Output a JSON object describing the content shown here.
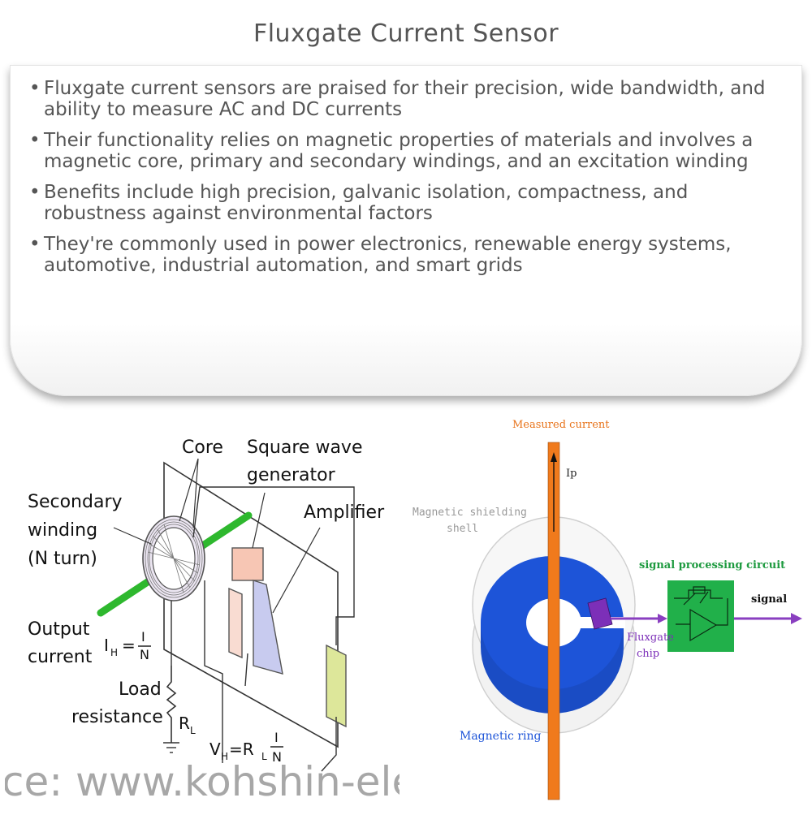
{
  "page": {
    "title": "Fluxgate Current Sensor"
  },
  "summary": {
    "bullets": [
      "Fluxgate current sensors are praised for their precision, wide bandwidth, and ability to measure AC and DC currents",
      "Their functionality relies on magnetic properties of materials and involves a magnetic core, primary and secondary windings, and an excitation winding",
      "Benefits include high precision, galvanic isolation, compactness, and robustness against environmental factors",
      "They're commonly used in power electronics, renewable energy systems, automotive, industrial automation, and smart grids"
    ]
  },
  "left_diagram": {
    "labels": {
      "core": "Core",
      "generator_1": "Square wave",
      "generator_2": "generator",
      "amplifier": "Amplifier",
      "secondary_1": "Secondary",
      "secondary_2": "winding",
      "secondary_3": "(N turn)",
      "output_1": "Output",
      "output_2": "current",
      "load_1": "Load",
      "load_2": "resistance",
      "ih": "I",
      "ih_sub": "H",
      "ih_eq": "=",
      "ih_num": "I",
      "ih_den": "N",
      "rl": "R",
      "rl_sub": "L",
      "vh": "V",
      "vh_sub": "H",
      "vh_eq": "=R",
      "vh_eq_sub": "L",
      "vh_num": "I",
      "vh_den": "N",
      "watermark": "ce: www.kohshin-ele"
    }
  },
  "right_diagram": {
    "labels": {
      "measured_current": "Measured current",
      "ip": "Ip",
      "shield_1": "Magnetic shielding",
      "shield_2": "shell",
      "signal_circuit": "signal processing circuit",
      "signal": "signal",
      "chip_1": "Fluxgate",
      "chip_2": "chip",
      "ring": "Magnetic ring"
    },
    "colors": {
      "conductor": "#f07a1c",
      "ring": "#1d54d8",
      "circuit": "#21b04a",
      "chip": "#7c2fb8",
      "signal_arrow": "#8a3fc0",
      "ring_label": "#1d54d8",
      "circuit_label": "#1d9a3f",
      "current_label": "#e8731a"
    }
  }
}
